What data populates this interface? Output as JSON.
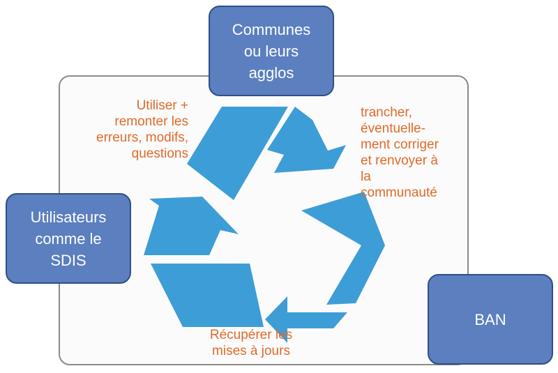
{
  "nodes": {
    "communes": "Communes\nou leurs\nagglos",
    "utilisateurs": "Utilisateurs\ncomme le\nSDIS",
    "ban": "BAN"
  },
  "labels": {
    "utiliser": "Utiliser +\nremonter les\nerreurs, modifs,\nquestions",
    "trancher": "trancher,\néventuelle-\nment corriger\net renvoyer à\nla\ncommunauté",
    "recuperer": "Récupérer les\nmises à jours"
  },
  "colors": {
    "box_fill": "#5b7fbf",
    "box_border": "#2f4f86",
    "label_text": "#e06a2a",
    "recycle": "#3d9dd6"
  },
  "icons": {
    "center": "recycle-icon"
  }
}
